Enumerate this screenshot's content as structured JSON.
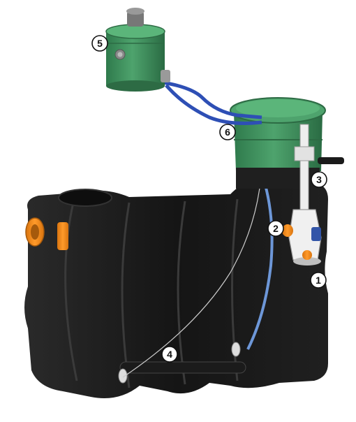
{
  "callouts": [
    {
      "id": "1",
      "label": "1"
    },
    {
      "id": "2",
      "label": "2"
    },
    {
      "id": "3",
      "label": "3"
    },
    {
      "id": "4",
      "label": "4"
    },
    {
      "id": "5",
      "label": "5"
    },
    {
      "id": "6",
      "label": "6"
    }
  ],
  "colors": {
    "tank": "#1a1a1a",
    "tank_highlight": "#3a3a3a",
    "green": "#3f8f5c",
    "green_dark": "#2d6b44",
    "orange": "#f08a1c",
    "hose_blue": "#2e4fb5",
    "hose_light": "#6d97d8",
    "pump_white": "#eeeeee",
    "background": "#ffffff"
  },
  "icons": [
    "filter-module",
    "tank",
    "pump",
    "hose",
    "float-switch",
    "suction-pipe"
  ]
}
